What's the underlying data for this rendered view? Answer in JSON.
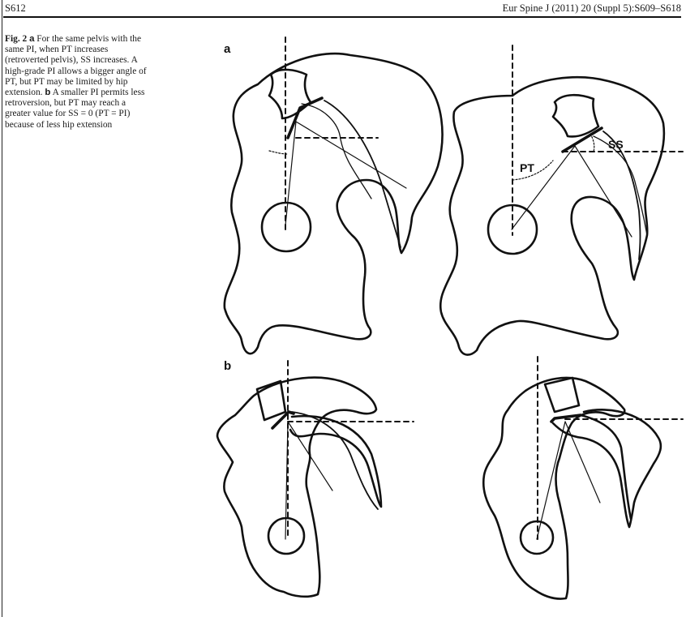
{
  "header": {
    "page_number": "S612",
    "journal_citation": "Eur Spine J (2011) 20 (Suppl 5):S609–S618"
  },
  "caption": {
    "figure_label": "Fig. 2",
    "panel_a_label": "a",
    "panel_a_text": "For the same pelvis with the same PI, when PT increases (retroverted pelvis), SS increases. A high-grade PI allows a bigger angle of PT, but PT may be limited by hip extension.",
    "panel_b_label": "b",
    "panel_b_text": "A smaller PI permits less retroversion, but PT may reach a greater value for SS = 0 (PT = PI) because of less hip extension"
  },
  "figure": {
    "panel_a_letter": "a",
    "panel_b_letter": "b",
    "pt_label": "PT",
    "ss_label": "SS"
  }
}
